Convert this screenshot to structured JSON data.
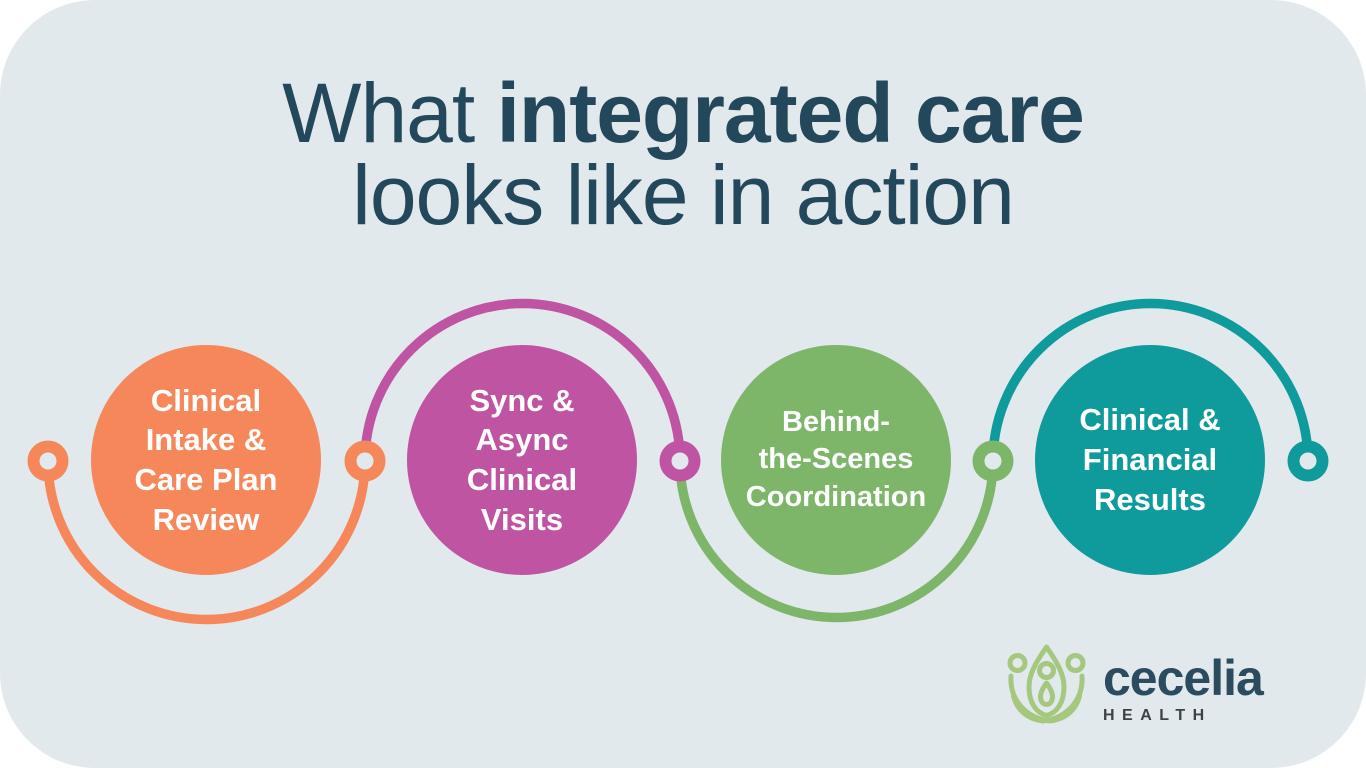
{
  "background": {
    "page_color": "#FFFFFF",
    "board_color": "#E2E9ED"
  },
  "title": {
    "line1_regular": "What",
    "line1_bold": "integrated care",
    "line2": "looks like in action",
    "color": "#24485B"
  },
  "steps": [
    {
      "name": "Clinical Intake & Care Plan Review",
      "lines": [
        "Clinical",
        "Intake &",
        "Care Plan",
        "Review"
      ],
      "color": "#F5875B",
      "arc_position": "below"
    },
    {
      "name": "Sync & Async Clinical Visits",
      "lines": [
        "Sync &",
        "Async",
        "Clinical",
        "Visits"
      ],
      "color": "#BF55A2",
      "arc_position": "above"
    },
    {
      "name": "Behind-the-Scenes Coordination",
      "lines": [
        "Behind-",
        "the-Scenes",
        "Coordination"
      ],
      "color": "#7DB569",
      "arc_position": "below"
    },
    {
      "name": "Clinical & Financial Results",
      "lines": [
        "Clinical &",
        "Financial",
        "Results"
      ],
      "color": "#0F9A9C",
      "arc_position": "above"
    }
  ],
  "logo": {
    "brand": "cecelia",
    "subtext": "HEALTH",
    "brand_color": "#2B4B5E",
    "subtext_color": "#3C4245",
    "mark_color": "#A6C77E"
  }
}
